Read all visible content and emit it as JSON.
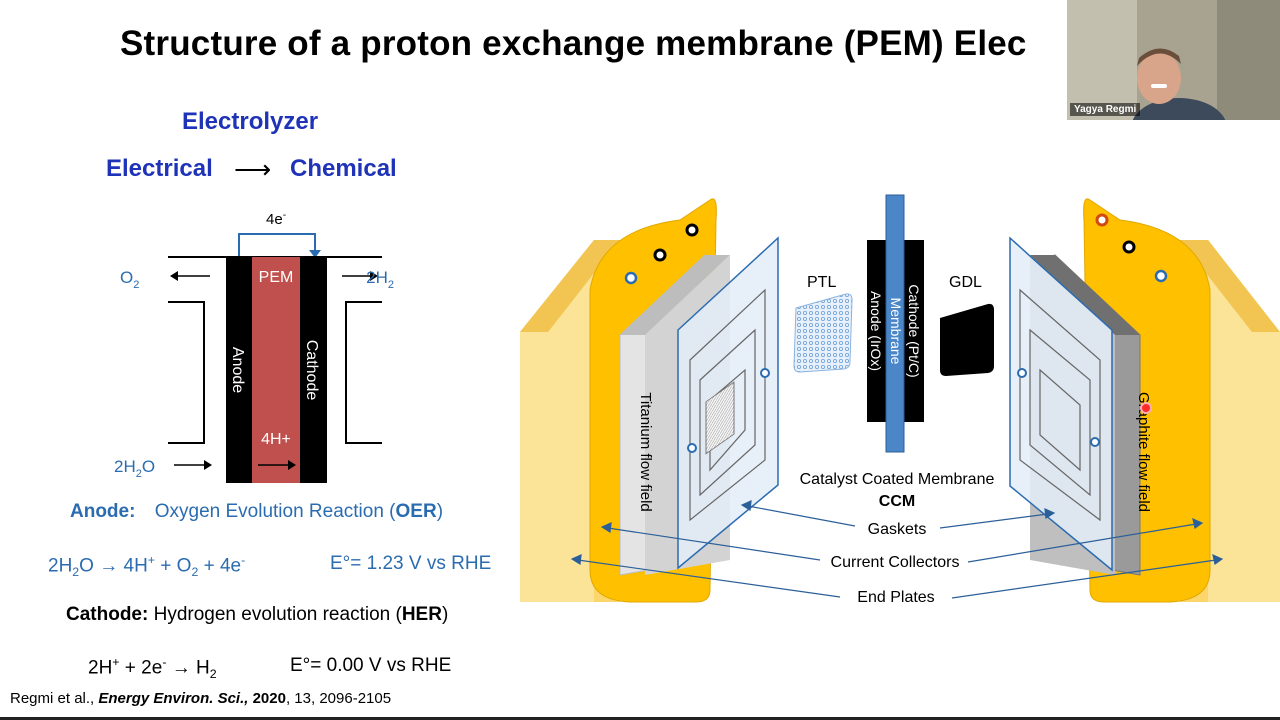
{
  "slide": {
    "title": "Structure of a proton exchange membrane (PEM) Elec",
    "electrolyzer_heading": "Electrolyzer",
    "conversion": {
      "from": "Electrical",
      "arrow": "⟶",
      "to": "Chemical"
    },
    "schematic": {
      "electron_label": "4e",
      "electron_sup": "-",
      "pem_label": "PEM",
      "anode_label": "Anode",
      "cathode_label": "Cathode",
      "proton_label": "4H+",
      "o2": "O",
      "o2_sub": "2",
      "h2": "2H",
      "h2_sub": "2",
      "water_a": "2H",
      "water_sub": "2",
      "water_b": "O"
    },
    "anode_reaction": {
      "label": "Anode:",
      "name_pre": "Oxygen Evolution Reaction (",
      "abbr": "OER",
      "name_post": ")",
      "equation_parts": [
        "2H",
        "2",
        "O → 4H",
        "+",
        " + O",
        "2",
        " + 4e",
        "-"
      ],
      "potential": "E°= 1.23 V vs RHE"
    },
    "cathode_reaction": {
      "label": "Cathode:",
      "name_pre": " Hydrogen evolution reaction (",
      "abbr": "HER",
      "name_post": ")",
      "equation_parts": [
        "2H",
        "+",
        " + 2e",
        "-",
        " → H",
        "2"
      ],
      "potential": "E°= 0.00 V vs RHE"
    },
    "citation": {
      "authors": "Regmi et al., ",
      "journal": "Energy Environ. Sci.,",
      "year": " 2020",
      "rest": ", 13, 2096-2105"
    },
    "cell_diagram": {
      "ptl": "PTL",
      "gdl": "GDL",
      "ccm_cathode": "Cathode (Pt/C)",
      "ccm_membrane": "Membrane",
      "ccm_anode": "Anode (IrOx)",
      "ccm_caption": "Catalyst Coated Membrane",
      "ccm_abbr": "CCM",
      "titanium": "Titanium flow field",
      "graphite": "Graphite flow field",
      "gaskets": "Gaskets",
      "current_collectors": "Current Collectors",
      "end_plates": "End Plates"
    }
  },
  "video": {
    "participant_name": "Yagya Regmi"
  },
  "colors": {
    "title_blue": "#1f33b8",
    "text_steel": "#2b6cb0",
    "pem_red": "#c0504d",
    "plate_gold": "#ffc000",
    "end_plate": "#fcd66a",
    "membrane_blue": "#4a86c8"
  }
}
